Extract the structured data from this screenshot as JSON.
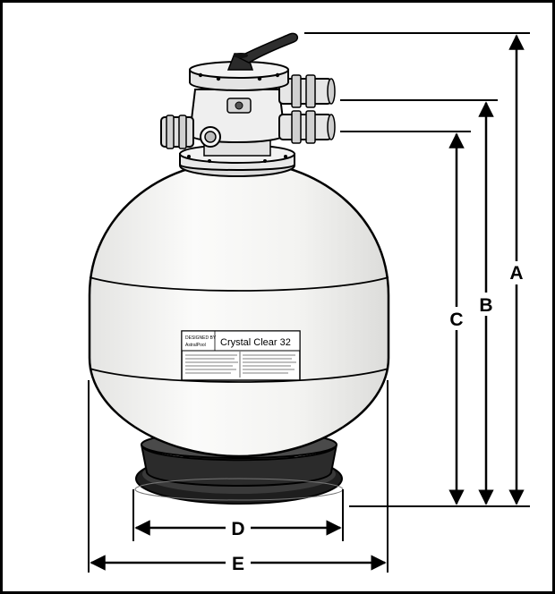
{
  "product": {
    "label_brand": "DESIGNED BY",
    "label_brand_name": "AstralPool",
    "model_name": "Crystal Clear 32"
  },
  "dimensions": [
    {
      "key": "A",
      "label": "A"
    },
    {
      "key": "B",
      "label": "B"
    },
    {
      "key": "C",
      "label": "C"
    },
    {
      "key": "D",
      "label": "D"
    },
    {
      "key": "E",
      "label": "E"
    }
  ],
  "colors": {
    "outline": "#000000",
    "tank_fill": "#f7f7f5",
    "base_fill": "#2a2a2a",
    "background": "#ffffff"
  }
}
